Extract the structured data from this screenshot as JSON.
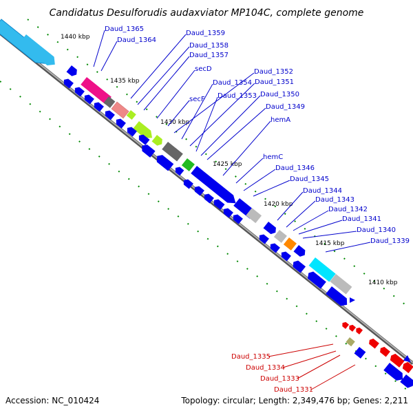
{
  "title": "Candidatus Desulforudis audaxviator MP104C, complete genome",
  "footer": {
    "accession": "Accession: NC_010424",
    "topology": "Topology: circular; Length: 2,349,476 bp; Genes: 2,211"
  },
  "ticks": [
    "1440 kbp",
    "1435 kbp",
    "1430 kbp",
    "1425 kbp",
    "1420 kbp",
    "1415 kbp",
    "1410 kbp"
  ],
  "labels": [
    {
      "text": "Daud_1365",
      "color": "#0000cc"
    },
    {
      "text": "Daud_1364",
      "color": "#0000cc"
    },
    {
      "text": "Daud_1359",
      "color": "#0000cc"
    },
    {
      "text": "Daud_1358",
      "color": "#0000cc"
    },
    {
      "text": "Daud_1357",
      "color": "#0000cc"
    },
    {
      "text": "secD",
      "color": "#0000cc"
    },
    {
      "text": "Daud_1352",
      "color": "#0000cc"
    },
    {
      "text": "Daud_1354",
      "color": "#0000cc"
    },
    {
      "text": "Daud_1351",
      "color": "#0000cc"
    },
    {
      "text": "secF",
      "color": "#0000cc"
    },
    {
      "text": "Daud_1353",
      "color": "#0000cc"
    },
    {
      "text": "Daud_1350",
      "color": "#0000cc"
    },
    {
      "text": "Daud_1349",
      "color": "#0000cc"
    },
    {
      "text": "hemA",
      "color": "#0000cc"
    },
    {
      "text": "hemC",
      "color": "#0000cc"
    },
    {
      "text": "Daud_1346",
      "color": "#0000cc"
    },
    {
      "text": "Daud_1345",
      "color": "#0000cc"
    },
    {
      "text": "Daud_1344",
      "color": "#0000cc"
    },
    {
      "text": "Daud_1343",
      "color": "#0000cc"
    },
    {
      "text": "Daud_1342",
      "color": "#0000cc"
    },
    {
      "text": "Daud_1341",
      "color": "#0000cc"
    },
    {
      "text": "Daud_1340",
      "color": "#0000cc"
    },
    {
      "text": "Daud_1339",
      "color": "#0000cc"
    },
    {
      "text": "Daud_1335",
      "color": "#cc0000"
    },
    {
      "text": "Daud_1334",
      "color": "#cc0000"
    },
    {
      "text": "Daud_1333",
      "color": "#cc0000"
    },
    {
      "text": "Daud_1331",
      "color": "#cc0000"
    }
  ],
  "colors": {
    "backbone": "#808080",
    "gene_blue": "#0000ee",
    "gene_red": "#ee0000",
    "tick_green": "#008800",
    "cyan": "#00e5ff",
    "light_blue": "#33bbee",
    "magenta": "#ee1188",
    "pink": "#ee8888",
    "lime": "#aaee22",
    "dark_gray": "#666666",
    "green": "#22bb22",
    "gray": "#bbbbbb",
    "orange": "#ff8800",
    "khaki": "#aaaa66"
  }
}
